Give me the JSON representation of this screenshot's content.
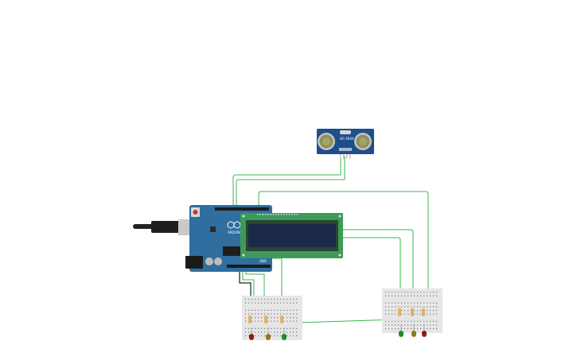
{
  "components": {
    "ultrasonic_sensor": {
      "label": "HC-SR04"
    },
    "arduino": {
      "brand": "ARDUINO",
      "model": "UNO"
    },
    "lcd": {},
    "breadboard_left": {
      "led_colors": [
        "#8b1a1a",
        "#8a7a1e",
        "#1e8a2a"
      ]
    },
    "breadboard_right": {
      "led_colors": [
        "#1e8a2a",
        "#8a7a1e",
        "#8b1a1a"
      ]
    }
  },
  "colors": {
    "wire": "#3bb54a",
    "wire_dark": "#222222",
    "arduino_board": "#2f6e9f",
    "lcd_pcb": "#3d9a58",
    "lcd_screen": "#1c2a49",
    "sensor_pcb": "#1f4f8a",
    "breadboard": "#e6e6e6"
  }
}
